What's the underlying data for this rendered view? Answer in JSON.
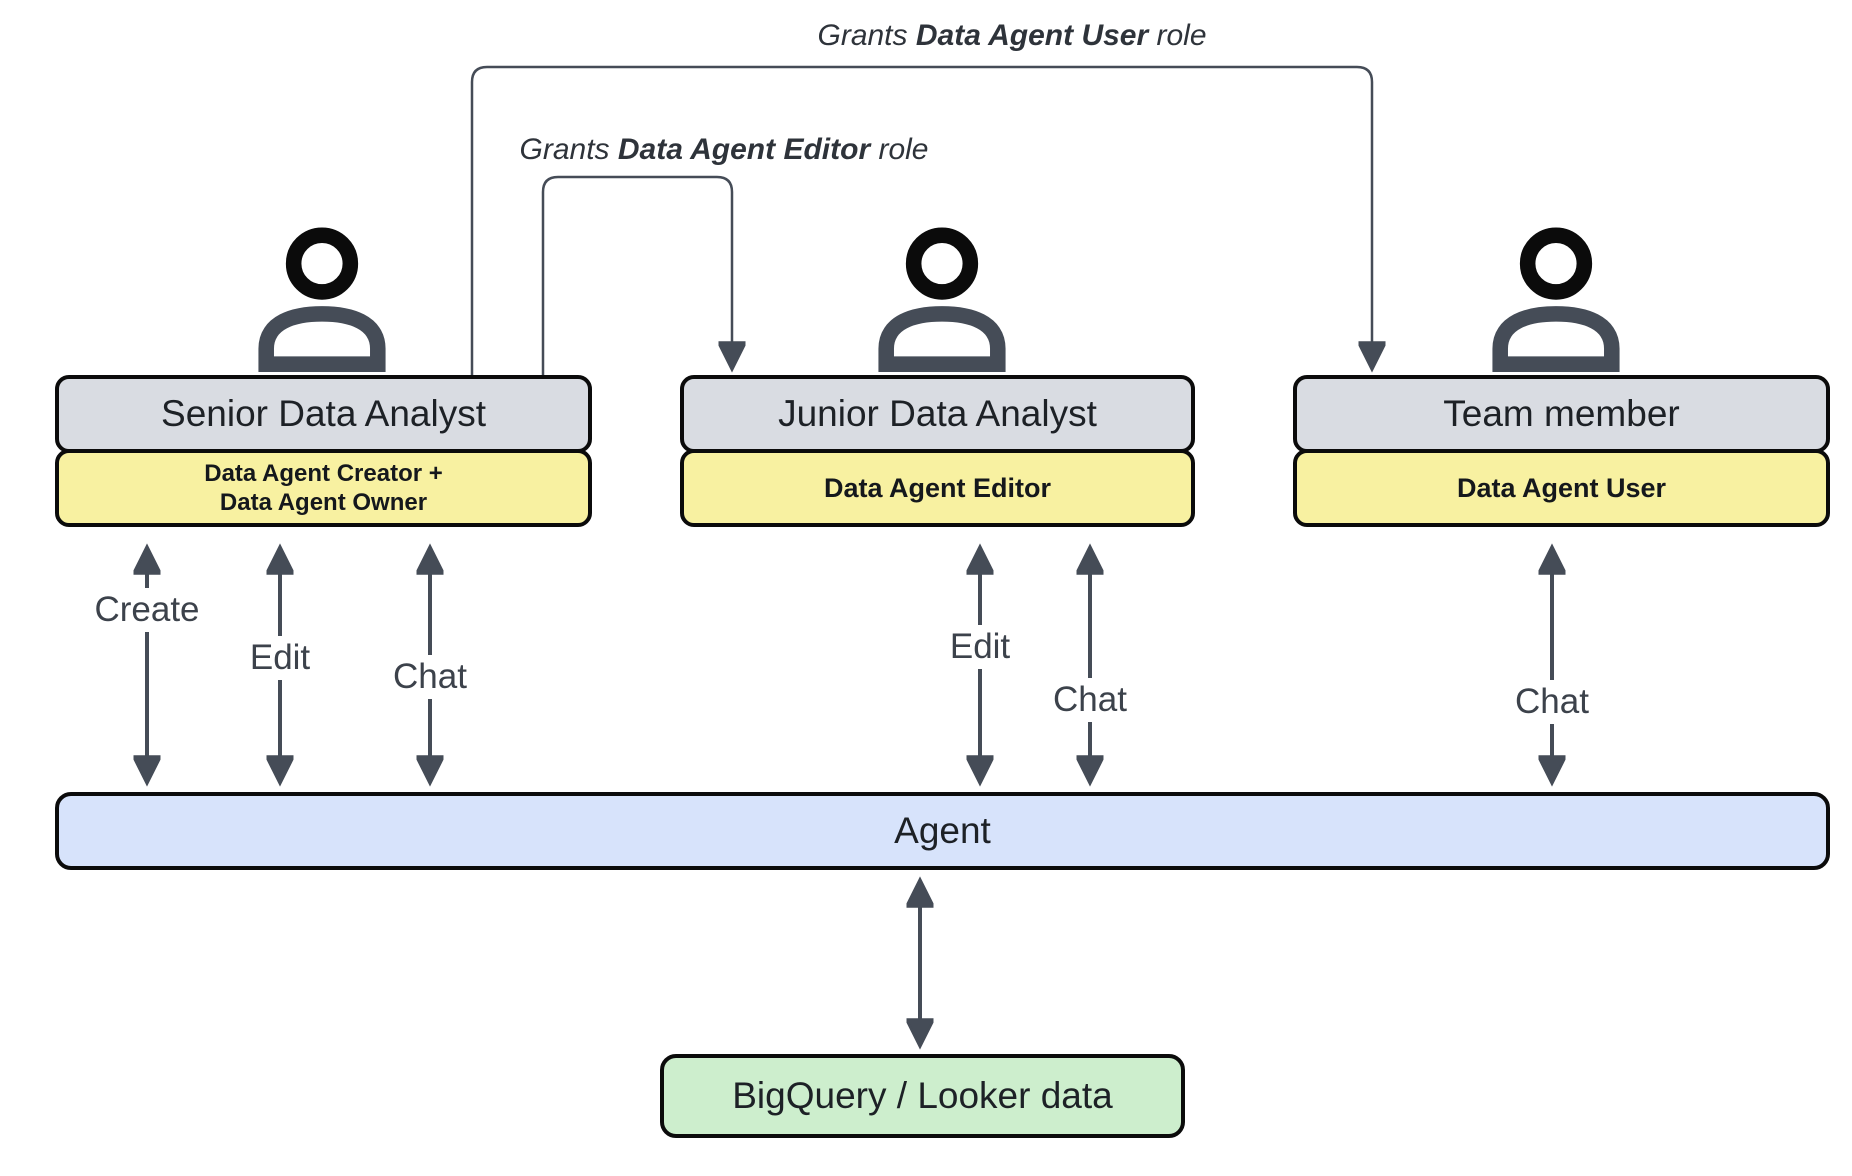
{
  "colors": {
    "box_gray": "#d9dce2",
    "box_yellow": "#f8f1a1",
    "box_blue": "#d7e3fb",
    "box_green": "#cdeecd",
    "arrow": "#454c57"
  },
  "grant_labels": [
    {
      "prefix": "Grants ",
      "bold": "Data Agent User",
      "suffix": " role"
    },
    {
      "prefix": "Grants ",
      "bold": "Data Agent Editor",
      "suffix": " role"
    }
  ],
  "actors": [
    {
      "title": "Senior Data Analyst",
      "icon": "person-icon",
      "role_lines": [
        "Data Agent Creator +",
        "Data Agent Owner"
      ],
      "actions": [
        "Create",
        "Edit",
        "Chat"
      ]
    },
    {
      "title": "Junior Data Analyst",
      "icon": "person-icon",
      "role_lines": [
        "Data Agent Editor"
      ],
      "actions": [
        "Edit",
        "Chat"
      ]
    },
    {
      "title": "Team member",
      "icon": "person-icon",
      "role_lines": [
        "Data Agent User"
      ],
      "actions": [
        "Chat"
      ]
    }
  ],
  "agent": {
    "label": "Agent"
  },
  "datastore": {
    "label": "BigQuery / Looker data"
  }
}
